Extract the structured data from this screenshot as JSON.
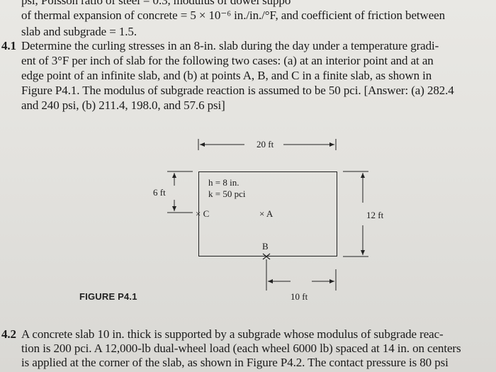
{
  "text": {
    "line0": "psi, Poisson ratio of steel = 0.3, modulus of dowel suppo",
    "line1": "of thermal expansion of concrete = 5 × 10⁻⁶ in./in./°F, and coefficient of friction between",
    "line2": "slab and subgrade = 1.5.",
    "p41_number": "4.1",
    "p41_line1": "Determine the curling stresses in an 8-in. slab during the day under a temperature gradi-",
    "p41_line2": "ent of 3°F per inch of slab for the following two cases: (a) at an interior point and at an",
    "p41_line3": "edge point of an infinite slab, and (b) at points A, B, and C in a finite slab, as shown in",
    "p41_line4": "Figure P4.1. The modulus of subgrade reaction is assumed to be 50 pci. [Answer: (a) 282.4",
    "p41_line5": "and 240 psi, (b) 211.4, 198.0, and 57.6 psi]",
    "p42_number": "4.2",
    "p42_line1": "A concrete slab 10 in. thick is supported by a subgrade whose modulus of subgrade reac-",
    "p42_line2": "tion is 200 pci. A 12,000-lb dual-wheel load (each wheel 6000 lb) spaced at 14 in. on centers",
    "p42_line3": "is applied at the corner of the slab, as shown in Figure P4.2. The contact pressure is 80 psi"
  },
  "figure": {
    "caption": "FIGURE P4.1",
    "width_label": "20 ft",
    "height_label": "12 ft",
    "c_offset_label": "6 ft",
    "b_offset_label": "10 ft",
    "thickness": "h = 8 in.",
    "subgrade_k": "k = 50 pci",
    "point_a": "× A",
    "point_b": "B",
    "point_c": "× C"
  }
}
